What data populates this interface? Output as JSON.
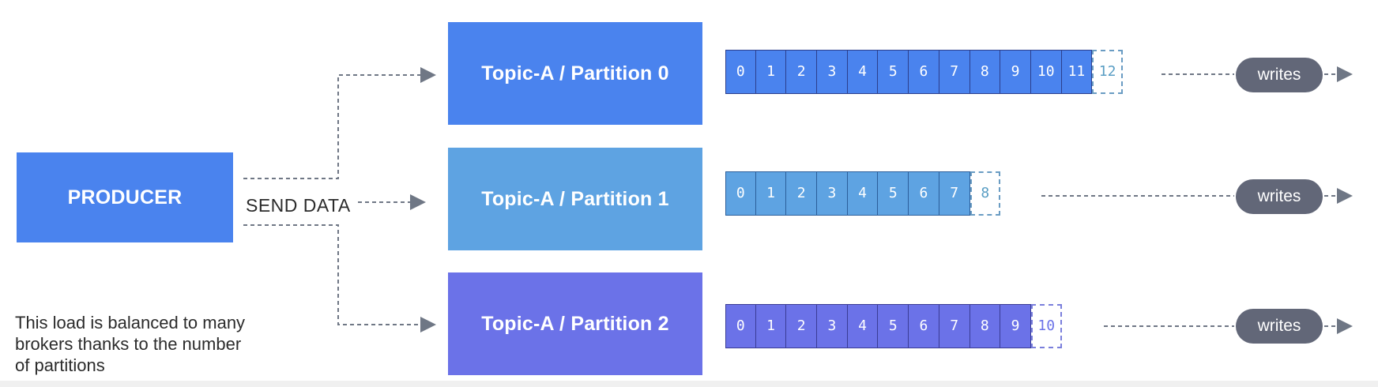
{
  "producer": {
    "label": "PRODUCER"
  },
  "send_label": "SEND DATA",
  "note": "This load is balanced to many brokers thanks to the number of partitions",
  "partitions": [
    {
      "label": "Topic-A / Partition 0",
      "cells": [
        "0",
        "1",
        "2",
        "3",
        "4",
        "5",
        "6",
        "7",
        "8",
        "9",
        "1\n0",
        "1\n1"
      ],
      "pending": "1\n2",
      "write_label": "writes"
    },
    {
      "label": "Topic-A / Partition 1",
      "cells": [
        "0",
        "1",
        "2",
        "3",
        "4",
        "5",
        "6",
        "7"
      ],
      "pending": "8",
      "write_label": "writes"
    },
    {
      "label": "Topic-A / Partition 2",
      "cells": [
        "0",
        "1",
        "2",
        "3",
        "4",
        "5",
        "6",
        "7",
        "8",
        "9"
      ],
      "pending": "1\n0",
      "write_label": "writes"
    }
  ],
  "colors": {
    "producer": "#4a83ee",
    "partition_0": "#4a83ee",
    "partition_1": "#5ea3e2",
    "partition_2": "#6b72e8",
    "writes_pill": "#626778",
    "arrow": "#6f7785"
  }
}
